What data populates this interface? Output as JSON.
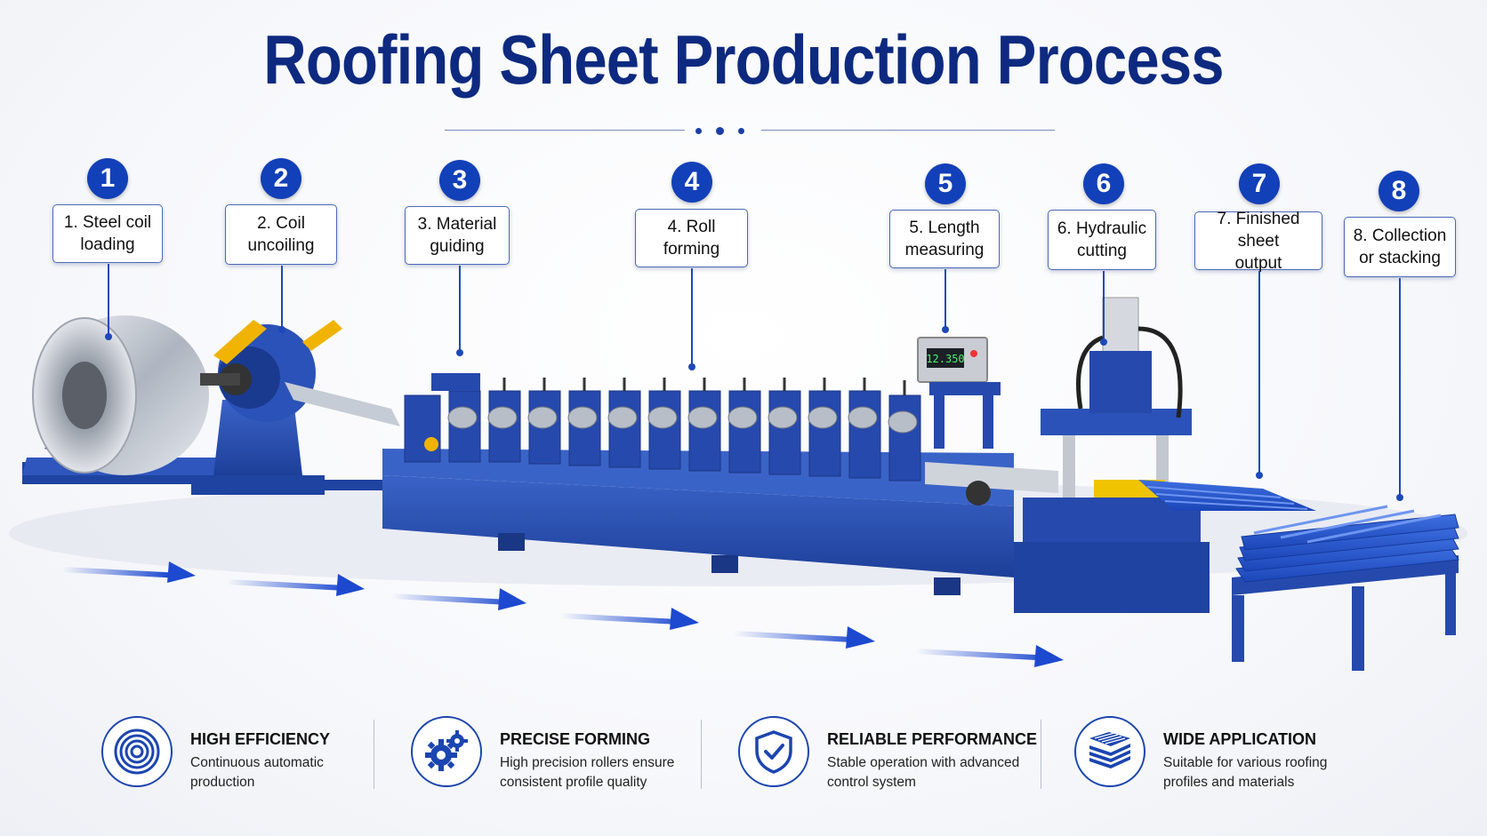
{
  "title": "Roofing Sheet Production Process",
  "steps": [
    {
      "number": "1",
      "label": "1. Steel coil\nloading"
    },
    {
      "number": "2",
      "label": "2. Coil\nuncoiling"
    },
    {
      "number": "3",
      "label": "3. Material\nguiding"
    },
    {
      "number": "4",
      "label": "4. Roll\nforming"
    },
    {
      "number": "5",
      "label": "5. Length\nmeasuring"
    },
    {
      "number": "6",
      "label": "6. Hydraulic\ncutting"
    },
    {
      "number": "7",
      "label": "7. Finished sheet\noutput"
    },
    {
      "number": "8",
      "label": "8. Collection\nor stacking"
    }
  ],
  "display_readout": "12.350",
  "features": [
    {
      "icon": "coil-icon",
      "title": "HIGH EFFICIENCY",
      "description": "Continuous automatic\nproduction"
    },
    {
      "icon": "gears-icon",
      "title": "PRECISE FORMING",
      "description": "High precision rollers ensure\nconsistent profile quality"
    },
    {
      "icon": "shield-check-icon",
      "title": "RELIABLE PERFORMANCE",
      "description": "Stable operation with advanced\ncontrol system"
    },
    {
      "icon": "stacked-sheets-icon",
      "title": "WIDE APPLICATION",
      "description": "Suitable for various roofing\nprofiles and materials"
    }
  ],
  "colors": {
    "primary": "#1240b8",
    "title": "#0d2a80",
    "machine": "#2a4fb0",
    "steel": "#c9ced6"
  }
}
